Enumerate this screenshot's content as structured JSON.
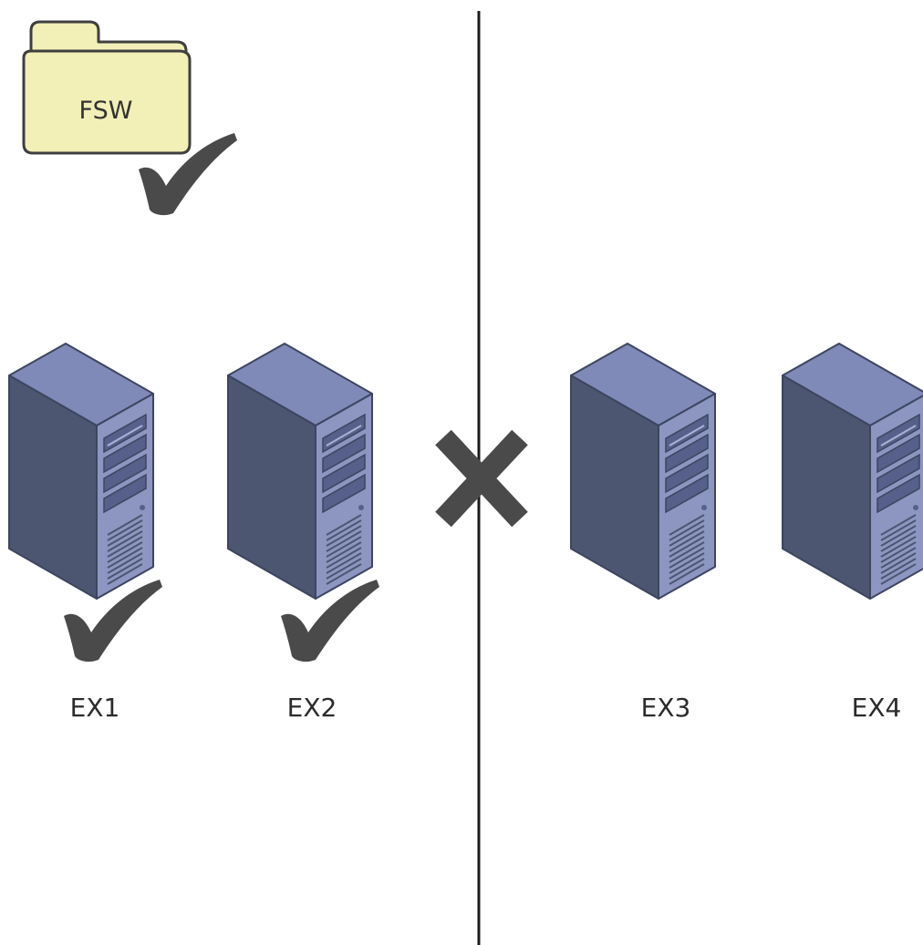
{
  "fsw": {
    "label": "FSW",
    "status": "ok"
  },
  "servers": [
    {
      "label": "EX1",
      "status": "ok"
    },
    {
      "label": "EX2",
      "status": "ok"
    },
    {
      "label": "EX3",
      "status": ""
    },
    {
      "label": "EX4",
      "status": ""
    }
  ],
  "link": {
    "status": "broken"
  },
  "icons": {
    "folder": "folder-icon",
    "server": "server-tower-icon",
    "check": "checkmark-icon",
    "cross": "cross-icon"
  },
  "colors": {
    "folder_fill": "#f2f0b6",
    "server_front": "#4c5670",
    "server_side": "#8c96c1",
    "server_top": "#7f8ab8",
    "mark": "#4a4a4a",
    "divider": "#1a1a1a"
  }
}
